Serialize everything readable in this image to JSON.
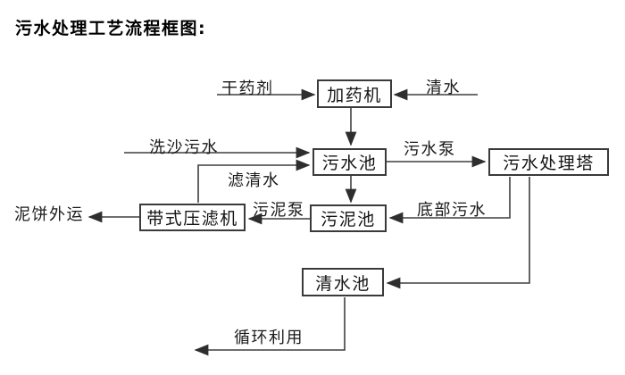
{
  "title": "污水处理工艺流程框图:",
  "diagram": {
    "nodes": [
      {
        "id": "dosing-machine",
        "label": "加药机"
      },
      {
        "id": "sewage-pool",
        "label": "污水池"
      },
      {
        "id": "sewage-treatment-tower",
        "label": "污水处理塔"
      },
      {
        "id": "sludge-pool",
        "label": "污泥池"
      },
      {
        "id": "belt-filter-press",
        "label": "带式压滤机"
      },
      {
        "id": "clean-water-pool",
        "label": "清水池"
      }
    ],
    "flows": [
      {
        "label": "干药剂",
        "from": "",
        "to": "加药机"
      },
      {
        "label": "清水",
        "from": "",
        "to": "加药机"
      },
      {
        "label": "",
        "from": "加药机",
        "to": "污水池"
      },
      {
        "label": "洗沙污水",
        "from": "",
        "to": "污水池"
      },
      {
        "label": "滤清水",
        "from": "带式压滤机",
        "to": "污水池"
      },
      {
        "label": "污水泵",
        "from": "污水池",
        "to": "污水处理塔"
      },
      {
        "label": "",
        "from": "污水池",
        "to": "污泥池"
      },
      {
        "label": "底部污水",
        "from": "污水处理塔",
        "to": "污泥池"
      },
      {
        "label": "污泥泵",
        "from": "污泥池",
        "to": "带式压滤机"
      },
      {
        "label": "泥饼外运",
        "from": "带式压滤机",
        "to": ""
      },
      {
        "label": "",
        "from": "污水处理塔",
        "to": "清水池"
      },
      {
        "label": "循环利用",
        "from": "清水池",
        "to": ""
      }
    ],
    "colors": {
      "line": "#3f3f3f",
      "text": "#000000",
      "background": "#ffffff"
    }
  }
}
